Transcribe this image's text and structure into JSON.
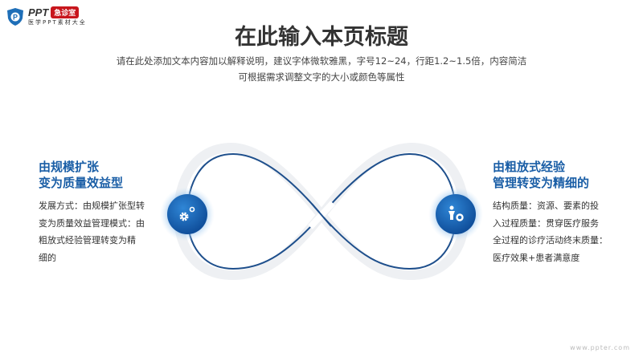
{
  "logo": {
    "brand": "PPT",
    "badge": "急诊室",
    "tagline": "医学PPT素材大全"
  },
  "header": {
    "title": "在此输入本页标题",
    "subtitle_lines": [
      "请在此处添加文本内容加以解释说明，建议字体微软雅黑，字号12~24，行距1.2~1.5倍，内容简洁",
      "可根据需求调整文字的大小或颜色等属性"
    ]
  },
  "left": {
    "heading_lines": [
      "由规模扩张",
      "变为质量效益型"
    ],
    "body_lines": [
      "发展方式：由规模扩张型转",
      "变为质量效益管理模式：由",
      "粗放式经验管理转变为精",
      "细的"
    ],
    "icon": "gears-icon"
  },
  "right": {
    "heading_lines": [
      "由粗放式经验",
      "管理转变为精细的"
    ],
    "body_lines": [
      "结构质量：资源、要素的投",
      "入过程质量：贯穿医疗服务",
      "全过程的诊疗活动终末质量：",
      "医疗效果+患者满意度"
    ],
    "icon": "person-gear-icon"
  },
  "colors": {
    "accent": "#1a5ea6",
    "line": "#1e4f8c"
  },
  "watermark": "www.ppter.com"
}
